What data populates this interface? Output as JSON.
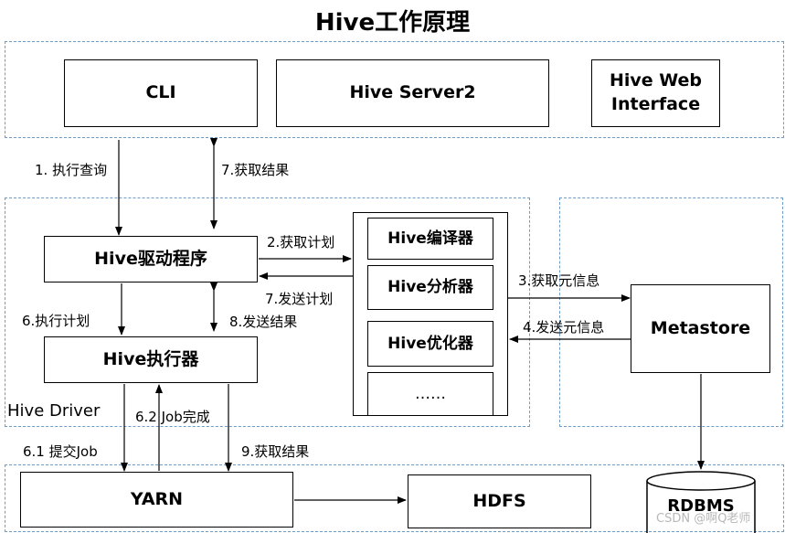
{
  "title": "Hive工作原理",
  "clients": {
    "cli": "CLI",
    "hive_server2": "Hive Server2",
    "web_interface_line1": "Hive Web",
    "web_interface_line2": "Interface"
  },
  "driver": {
    "region_label": "Hive Driver",
    "driver_box": "Hive驱动程序",
    "executor_box": "Hive执行器"
  },
  "compiler_stack": {
    "items": [
      "Hive编译器",
      "Hive分析器",
      "Hive优化器",
      "……"
    ]
  },
  "metastore": "Metastore",
  "storage": {
    "yarn": "YARN",
    "hdfs": "HDFS",
    "rdbms": "RDBMS"
  },
  "arrow_labels": {
    "step1": "1. 执行查询",
    "step7_result": "7.获取结果",
    "step2": "2.获取计划",
    "step7_send": "7.发送计划",
    "step3": "3.获取元信息",
    "step4": "4.发送元信息",
    "step6": "6.执行计划",
    "step8": "8.发送结果",
    "step6_2": "6.2 Job完成",
    "step6_1": "6.1 提交Job",
    "step9": "9.获取结果"
  },
  "watermark": "CSDN @啊Q老师"
}
